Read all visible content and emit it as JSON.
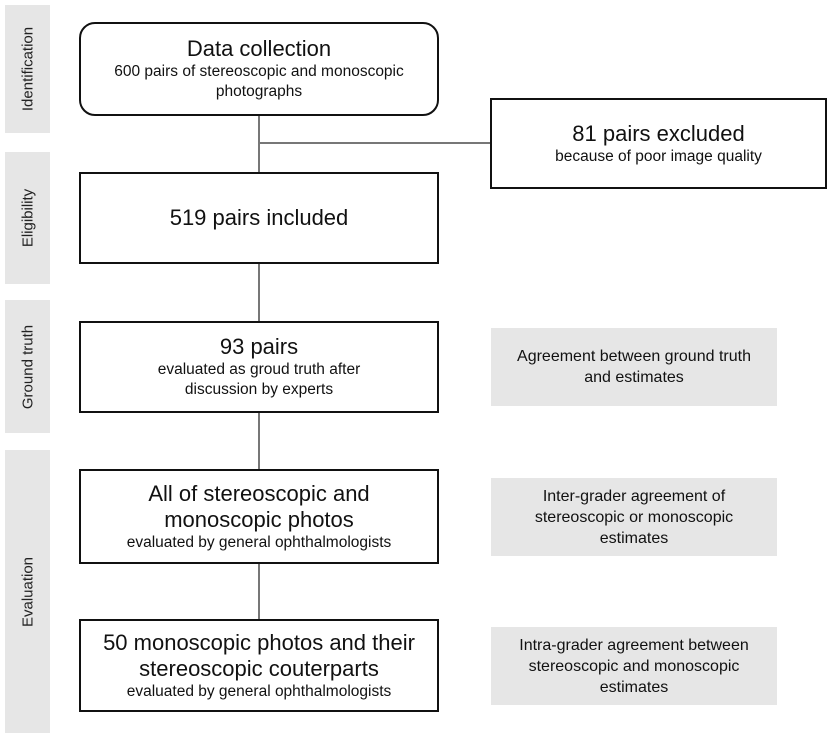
{
  "stages": {
    "identification": "Identification",
    "eligibility": "Eligibility",
    "ground_truth": "Ground truth",
    "evaluation": "Evaluation"
  },
  "boxes": {
    "data_collection": {
      "title": "Data collection",
      "subtitle": "600 pairs of stereoscopic and monoscopic photographs"
    },
    "excluded": {
      "title": "81 pairs excluded",
      "subtitle": "because of poor image quality"
    },
    "included": {
      "title": "519 pairs included"
    },
    "ground_truth": {
      "title": "93 pairs",
      "subtitle": "evaluated as groud truth after discussion by experts"
    },
    "all_photos": {
      "title": "All of stereoscopic and monoscopic photos",
      "subtitle": "evaluated by general ophthalmologists"
    },
    "fifty_photos": {
      "title": "50 monoscopic photos and their stereoscopic couterparts",
      "subtitle": "evaluated by general ophthalmologists"
    }
  },
  "notes": {
    "ground_truth_agreement": "Agreement between ground truth and estimates",
    "inter_grader": "Inter-grader agreement of stereoscopic or monoscopic estimates",
    "intra_grader": "Intra-grader agreement between stereoscopic and monoscopic estimates"
  }
}
